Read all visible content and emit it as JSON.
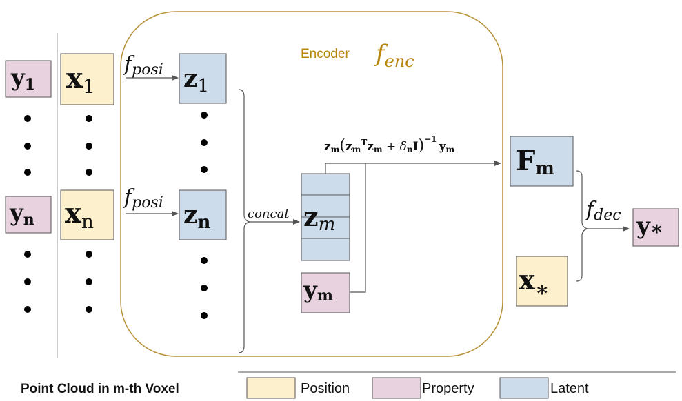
{
  "colors": {
    "position": "#fdf0cc",
    "property": "#e8d2e0",
    "latent": "#cddceb",
    "encoder_border": "#b8923a",
    "encoder_text": "#b8860b",
    "stroke": "#333333"
  },
  "encoder": {
    "label": "Encoder",
    "func": "f",
    "func_sub": "enc"
  },
  "inputs": {
    "y1": {
      "base": "y",
      "sub": "1"
    },
    "x1": {
      "base": "x",
      "sub": "1"
    },
    "yn": {
      "base": "y",
      "sub": "n"
    },
    "xn": {
      "base": "x",
      "sub": "n"
    }
  },
  "latents": {
    "z1": {
      "base": "z",
      "sub": "1"
    },
    "zn": {
      "base": "z",
      "sub": "n"
    },
    "zm": {
      "base": "z",
      "sub": "m"
    },
    "ym": {
      "base": "y",
      "sub": "m"
    }
  },
  "fposi": {
    "base": "f",
    "sub": "posi"
  },
  "concat_label": "concat",
  "formula": {
    "z1": "z",
    "s1": "m",
    "open": "(",
    "z2": "z",
    "s2": "m",
    "sup": "T",
    "z3": "z",
    "s3": "m",
    "plus": " + ",
    "delta": "δ",
    "s4": "n",
    "eye": "I",
    "close": ")",
    "inv": "−1",
    "y": "y",
    "s5": "m"
  },
  "outputs": {
    "fm": {
      "base": "F",
      "sub": "m"
    },
    "xstar": {
      "base": "x",
      "sub": "∗"
    },
    "ystar": {
      "base": "y",
      "sub": "∗"
    }
  },
  "fdec": {
    "base": "f",
    "sub": "dec"
  },
  "legend": {
    "title": "Point Cloud in m-th Voxel",
    "items": [
      {
        "label": "Position"
      },
      {
        "label": "Property"
      },
      {
        "label": "Latent"
      }
    ]
  }
}
